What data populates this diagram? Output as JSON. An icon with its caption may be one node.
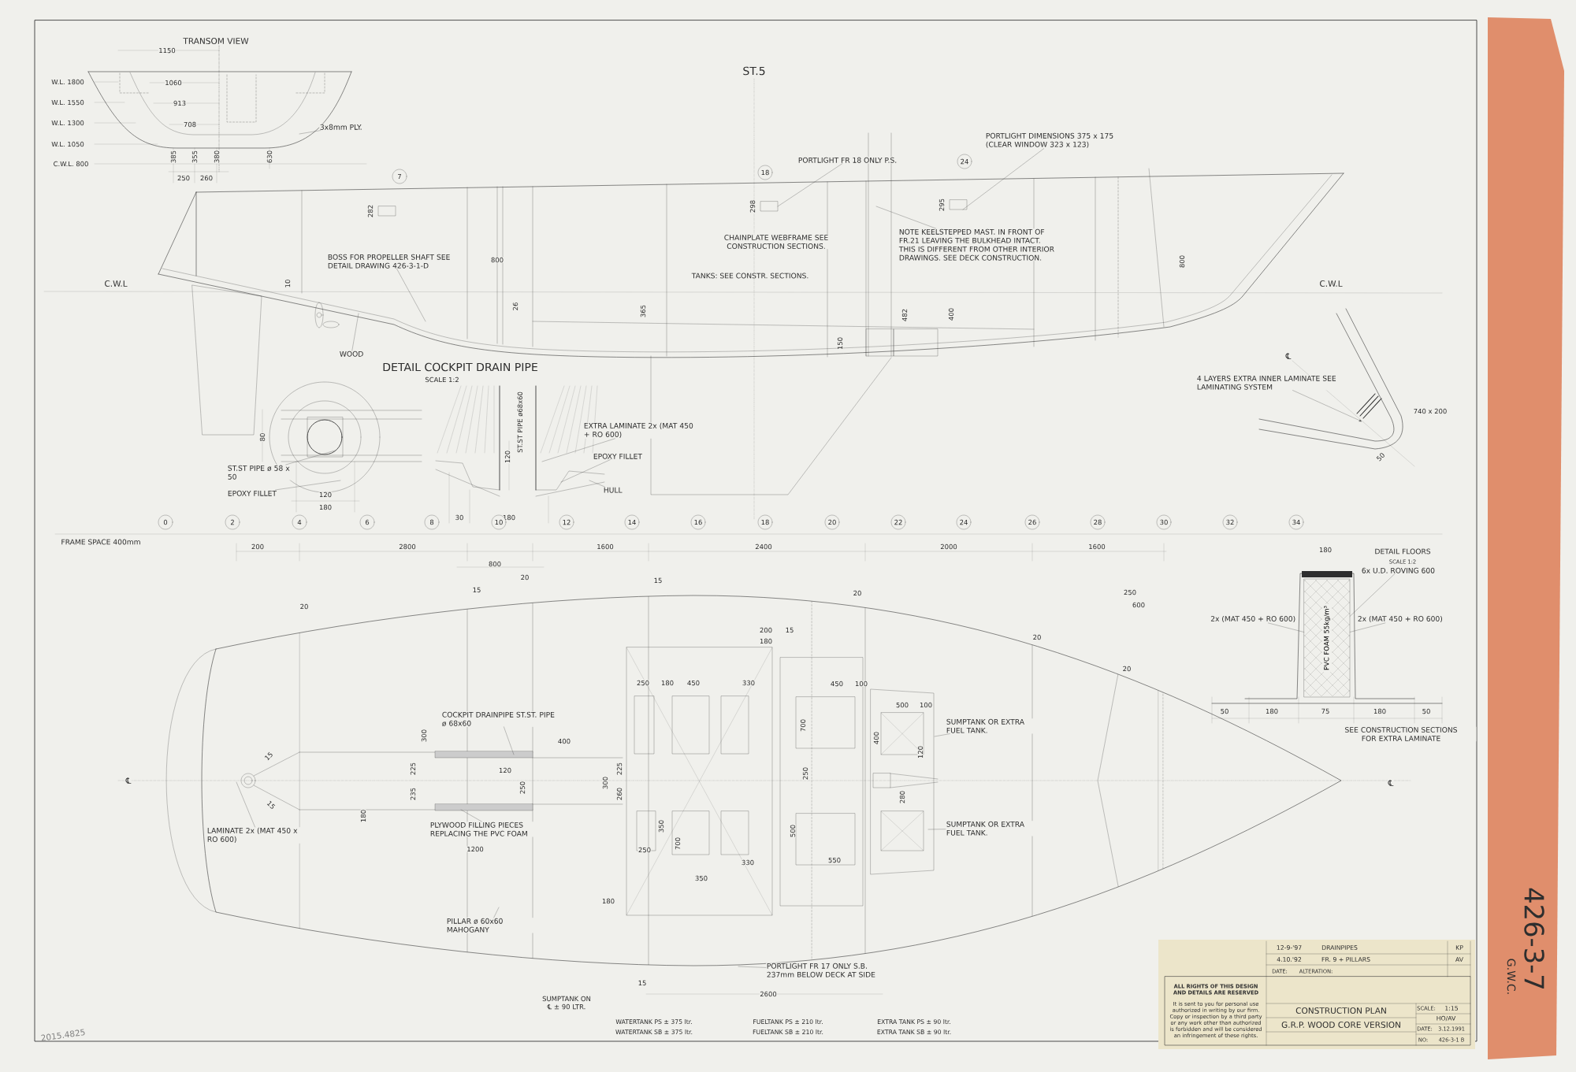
{
  "diagram": {
    "nodes": [
      {
        "text": [
          "3x8mm PLY."
        ]
      },
      {
        "text": [
          "BOSS FOR PROPELLER SHAFT SEE DETAIL DRAWING 426-3-1-D"
        ]
      },
      {
        "text": [
          "WOOD"
        ]
      },
      {
        "text": [
          "PORTLIGHT FR 18 ONLY P.S."
        ]
      },
      {
        "text": [
          "PORTLIGHT DIMENSIONS 375 x 175 (CLEAR WINDOW 323 x 123)"
        ]
      },
      {
        "text": [
          "NOTE KEELSTEPPED MAST. IN FRONT OF FR.21 LEAVING THE BULKHEAD INTACT. THIS IS DIFFERENT FROM OTHER INTERIOR DRAWINGS. SEE DECK CONSTRUCTION."
        ]
      },
      {
        "text": [
          "4 LAYERS EXTRA INNER LAMINATE SEE LAMINATING SYSTEM"
        ]
      },
      {
        "text": [
          "ST.ST PIPE ø 58 x 50"
        ]
      },
      {
        "text": [
          "EPOXY FILLET"
        ]
      },
      {
        "text": [
          "EXTRA LAMINATE 2x (MAT 450 + RO 600)"
        ]
      },
      {
        "text": [
          "EPOXY FILLET"
        ]
      },
      {
        "text": [
          "HULL"
        ]
      },
      {
        "text": [
          "COCKPIT DRAINPIPE ST.ST. PIPE ø 68x60"
        ]
      },
      {
        "text": [
          "PLYWOOD FILLING PIECES REPLACING THE PVC FOAM"
        ]
      },
      {
        "text": [
          "LAMINATE 2x (MAT 450 x RO 600)"
        ]
      },
      {
        "text": [
          "PILLAR ø 60x60 MAHOGANY"
        ]
      },
      {
        "text": [
          "SUMPTANK OR EXTRA FUEL TANK."
        ]
      },
      {
        "text": [
          "SUMPTANK OR EXTRA FUEL TANK."
        ]
      },
      {
        "text": [
          "PORTLIGHT FR 17 ONLY S.B. 237mm BELOW DECK AT SIDE"
        ]
      },
      {
        "text": [
          "6x U.D. ROVING 600"
        ]
      },
      {
        "text": [
          "2x (MAT 450 + RO 600)"
        ]
      },
      {
        "text": [
          "2x (MAT 450 + RO 600)"
        ]
      },
      {
        "text": [
          "PVC FOAM 55kg/m³"
        ]
      }
    ],
    "edges": [
      {
        "from": 0,
        "to": null,
        "arrow": "none"
      },
      {
        "from": 1,
        "to": null,
        "arrow": "none"
      },
      {
        "from": 2,
        "to": null,
        "arrow": "none"
      },
      {
        "from": 3,
        "to": null,
        "arrow": "none"
      },
      {
        "from": 4,
        "to": null,
        "arrow": "none"
      },
      {
        "from": 5,
        "to": null,
        "arrow": "none"
      },
      {
        "from": 6,
        "to": null,
        "arrow": "to"
      },
      {
        "from": 7,
        "to": null,
        "arrow": "none"
      },
      {
        "from": 8,
        "to": null,
        "arrow": "none"
      },
      {
        "from": 9,
        "to": null,
        "arrow": "none"
      },
      {
        "from": 10,
        "to": null,
        "arrow": "none"
      },
      {
        "from": 11,
        "to": null,
        "arrow": "none"
      },
      {
        "from": 12,
        "to": null,
        "arrow": "none"
      },
      {
        "from": 13,
        "to": null,
        "arrow": "none"
      },
      {
        "from": 14,
        "to": null,
        "arrow": "none"
      },
      {
        "from": 15,
        "to": null,
        "arrow": "none"
      },
      {
        "from": 16,
        "to": null,
        "arrow": "none"
      },
      {
        "from": 17,
        "to": null,
        "arrow": "none"
      },
      {
        "from": 18,
        "to": null,
        "arrow": "none"
      },
      {
        "from": 19,
        "to": 22,
        "arrow": "none"
      },
      {
        "from": 20,
        "to": 22,
        "arrow": "none"
      },
      {
        "from": 21,
        "to": 22,
        "arrow": "none"
      }
    ],
    "labels": [
      "TRANSOM VIEW",
      "1150",
      "1060",
      "913",
      "708",
      "W.L. 1800",
      "W.L. 1550",
      "W.L. 1300",
      "W.L. 1050",
      "C.W.L. 800",
      "385",
      "355",
      "380",
      "630",
      "250",
      "260",
      "ST.5",
      "7",
      "18",
      "24",
      "282",
      "298",
      "295",
      "CHAINPLATE WEBFRAME SEE CONSTRUCTION SECTIONS.",
      "TANKS: SEE CONSTR. SECTIONS.",
      "C.W.L",
      "C.W.L",
      "800",
      "10",
      "26",
      "365",
      "482",
      "400",
      "150",
      "800",
      "740 x 200",
      "50",
      "DETAIL COCKPIT DRAIN PIPE",
      "SCALE 1:2",
      "80",
      "120",
      "180",
      "ST.ST PIPE ø68x60",
      "120",
      "30",
      "180",
      "0",
      "2",
      "4",
      "6",
      "8",
      "10",
      "12",
      "14",
      "16",
      "18",
      "20",
      "22",
      "24",
      "26",
      "28",
      "30",
      "32",
      "34",
      "FRAME SPACE 400mm",
      "200",
      "2800",
      "1600",
      "2400",
      "2000",
      "1600",
      "800",
      "20",
      "15",
      "15",
      "20",
      "200",
      "15",
      "180",
      "20",
      "250",
      "600",
      "20",
      "20",
      "300",
      "225",
      "235",
      "400",
      "120",
      "250",
      "300",
      "225",
      "260",
      "180",
      "15",
      "15",
      "1200",
      "250",
      "180",
      "450",
      "330",
      "250",
      "350",
      "700",
      "330",
      "350",
      "180",
      "450",
      "100",
      "700",
      "500",
      "100",
      "400",
      "120",
      "250",
      "280",
      "500",
      "550",
      "DETAIL FLOORS",
      "SCALE 1:2",
      "180",
      "50",
      "180",
      "75",
      "180",
      "50",
      "SEE CONSTRUCTION SECTIONS FOR EXTRA LAMINATE",
      "SUMPTANK ON ℄ ± 90 LTR.",
      "15",
      "2600",
      "WATERTANK PS ± 375 ltr.",
      "WATERTANK SB ± 375 ltr.",
      "FUELTANK PS ± 210 ltr.",
      "FUELTANK SB ± 210 ltr.",
      "EXTRA TANK PS ± 90 ltr.",
      "EXTRA TANK SB ± 90 ltr.",
      "℄",
      "℄",
      "℄",
      "12-9-'97",
      "DRAINPIPES",
      "KP",
      "4.10.'92",
      "FR. 9 + PILLARS",
      "AV",
      "DATE:",
      "ALTERATION:",
      "ALL RIGHTS OF THIS DESIGN AND DETAILS ARE RESERVED",
      "It is sent to you for personal use authorized in writing by our firm. Copy or inspection by a third party or any work other than authorized is forbidden and will be considered an infringement of these rights.",
      "CONSTRUCTION PLAN",
      "G.R.P. WOOD CORE VERSION",
      "SCALE:",
      "1:15",
      "HO/AV",
      "DATE:",
      "3.12.1991",
      "NO:",
      "426-3-1 B",
      "426-3-7",
      "G.W.C.",
      "2015.4825"
    ]
  }
}
